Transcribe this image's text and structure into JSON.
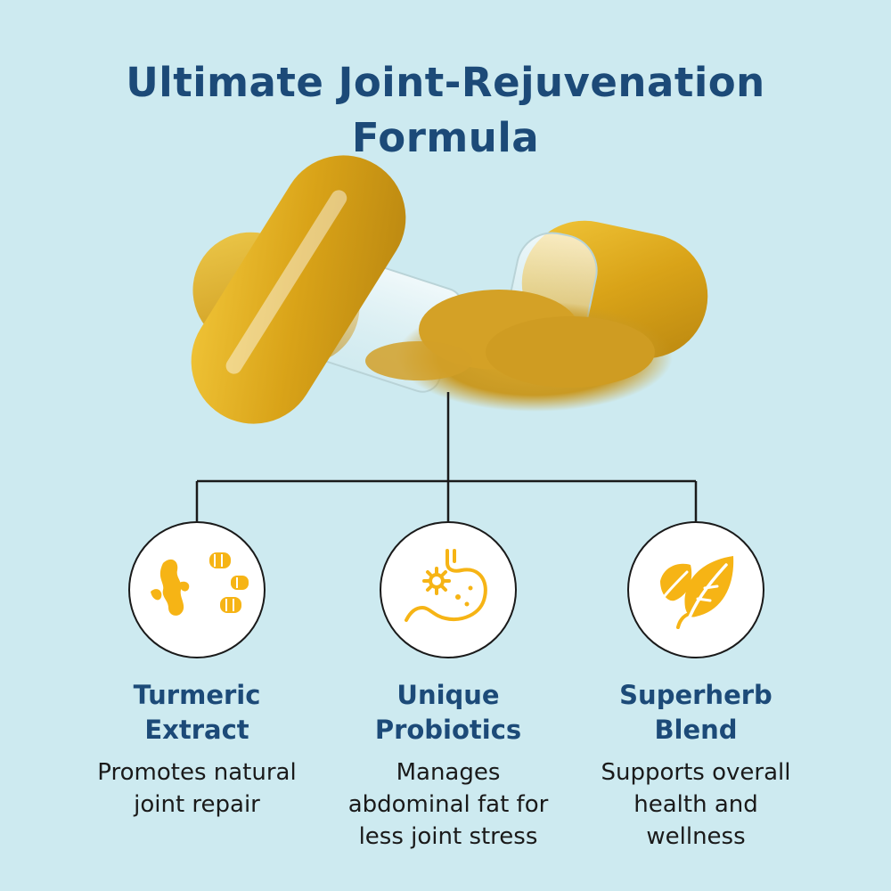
{
  "title": {
    "line1": "Ultimate Joint-Rejuvenation",
    "line2": "Formula"
  },
  "colors": {
    "background": "#cdeaf0",
    "heading": "#1c4a78",
    "icon": "#f6b415",
    "text": "#1a1a1a"
  },
  "features": [
    {
      "icon": "turmeric-root-icon",
      "heading": [
        "Turmeric",
        "Extract"
      ],
      "description": [
        "Promotes natural",
        "joint repair"
      ]
    },
    {
      "icon": "stomach-probiotic-icon",
      "heading": [
        "Unique",
        "Probiotics"
      ],
      "description": [
        "Manages",
        "abdominal fat for",
        "less joint stress"
      ]
    },
    {
      "icon": "leaves-icon",
      "heading": [
        "Superherb",
        "Blend"
      ],
      "description": [
        "Supports overall",
        "health and",
        "wellness"
      ]
    }
  ]
}
